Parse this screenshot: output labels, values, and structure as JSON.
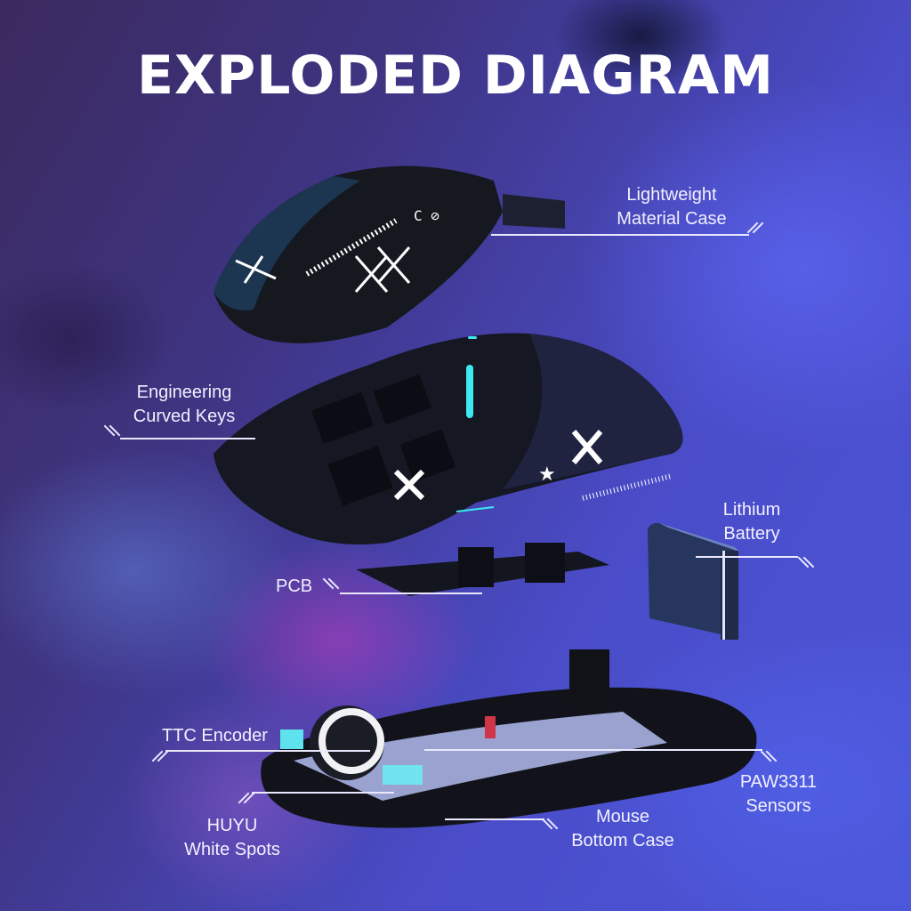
{
  "title": "EXPLODED DIAGRAM",
  "labels": {
    "case": {
      "line1": "Lightweight",
      "line2": "Material Case"
    },
    "keys": {
      "line1": "Engineering",
      "line2": "Curved Keys"
    },
    "battery": {
      "line1": "Lithium",
      "line2": "Battery"
    },
    "pcb": {
      "line1": "PCB"
    },
    "encoder": {
      "line1": "TTC Encoder"
    },
    "sensor": {
      "line1": "PAW3311",
      "line2": "Sensors"
    },
    "switches": {
      "line1": "HUYU",
      "line2": "White Spots"
    },
    "bottom": {
      "line1": "Mouse",
      "line2": "Bottom Case"
    }
  },
  "colors": {
    "accent_cyan": "#3de8f0",
    "switch_cyan": "#6fe4ee",
    "line": "#e9e8ff",
    "shell": "#151722"
  }
}
